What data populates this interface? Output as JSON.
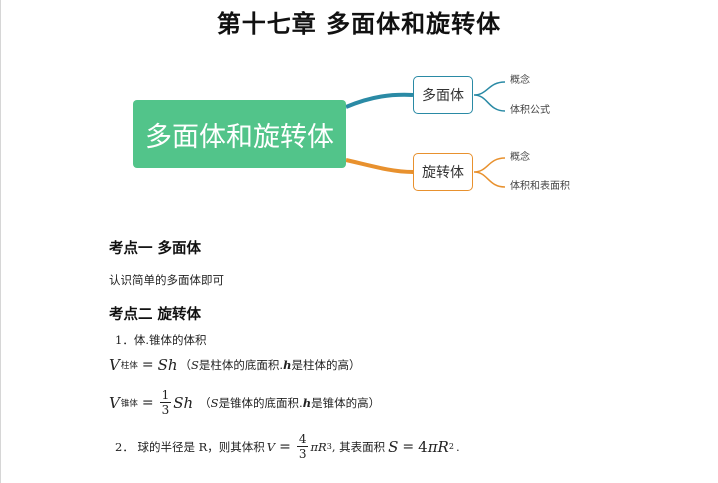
{
  "title": "第十七章  多面体和旋转体",
  "mindmap": {
    "root": "多面体和旋转体",
    "branches": [
      {
        "label": "多面体",
        "color": "#2a8aa5",
        "children": [
          "概念",
          "体积公式"
        ]
      },
      {
        "label": "旋转体",
        "color": "#e8912e",
        "children": [
          "概念",
          "体积和表面积"
        ]
      }
    ],
    "root_color": "#52c48a"
  },
  "section1": {
    "heading": "考点一  多面体",
    "text": "认识简单的多面体即可"
  },
  "section2": {
    "heading": "考点二  旋转体",
    "item1": "1．体.锥体的体积",
    "f1": {
      "v": "V",
      "sub": "柱体",
      "rhs": "Sh",
      "note_open": "（",
      "s": "S",
      "note_mid": " 是柱体的底面积. ",
      "h": "h",
      "note_end": " 是柱体的高）"
    },
    "f2": {
      "v": "V",
      "sub": "锥体",
      "num": "1",
      "den": "3",
      "rhs": "Sh",
      "note_open": "（",
      "s": "S",
      "note_mid": " 是锥体的底面积. ",
      "h": "h",
      "note_end": " 是锥体的高）"
    },
    "item2": {
      "lead": "2．  球的半径是 R，则其体积",
      "v": "V",
      "num": "4",
      "den": "3",
      "pi": "π",
      "r": "R",
      "exp": "3",
      "mid": ", 其表面积",
      "s": "S",
      "coef": "4",
      "pi2": "π",
      "r2": "R",
      "exp2": "2",
      "end": "."
    }
  }
}
